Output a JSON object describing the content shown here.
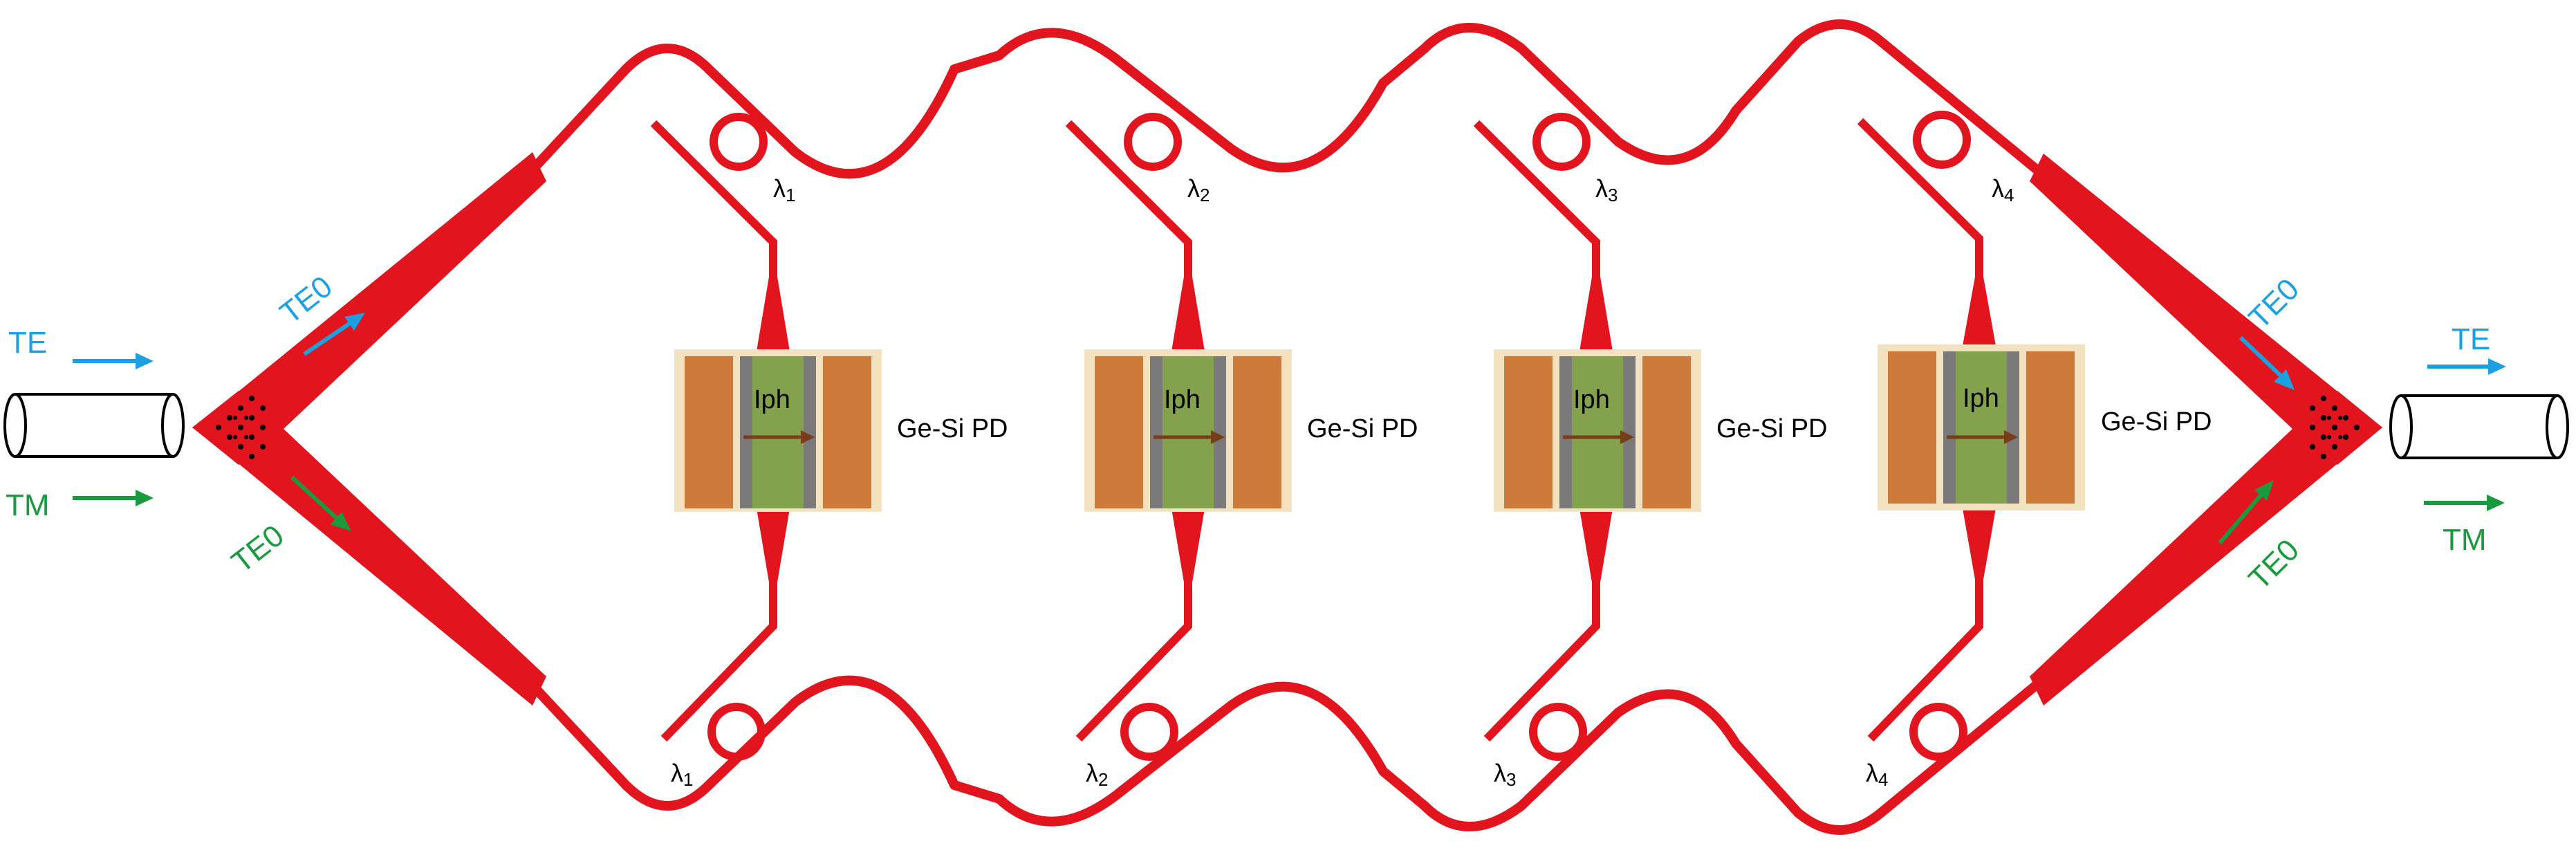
{
  "input": {
    "te_label": "TE",
    "tm_label": "TM",
    "te0_upper_label": "TE0",
    "te0_lower_label": "TE0"
  },
  "output": {
    "te_label": "TE",
    "tm_label": "TM",
    "te0_upper_label": "TE0",
    "te0_lower_label": "TE0"
  },
  "channels": [
    {
      "lambda": "λ1",
      "lambda_sub": "1",
      "pd_label": "Ge-Si PD",
      "current_label": "Iph"
    },
    {
      "lambda": "λ2",
      "lambda_sub": "2",
      "pd_label": "Ge-Si PD",
      "current_label": "Iph"
    },
    {
      "lambda": "λ3",
      "lambda_sub": "3",
      "pd_label": "Ge-Si PD",
      "current_label": "Iph"
    },
    {
      "lambda": "λ4",
      "lambda_sub": "4",
      "pd_label": "Ge-Si PD",
      "current_label": "Iph"
    }
  ],
  "colors": {
    "waveguide": "#e2141e",
    "te_arrow": "#1ba1e2",
    "tm_arrow": "#1a9a3e",
    "pd_background": "#f3e2bf",
    "pd_electrode": "#cd7a3a",
    "pd_germanium": "#84a24d",
    "pd_doping": "#7a7a7a",
    "current_arrow": "#7a3b18"
  }
}
